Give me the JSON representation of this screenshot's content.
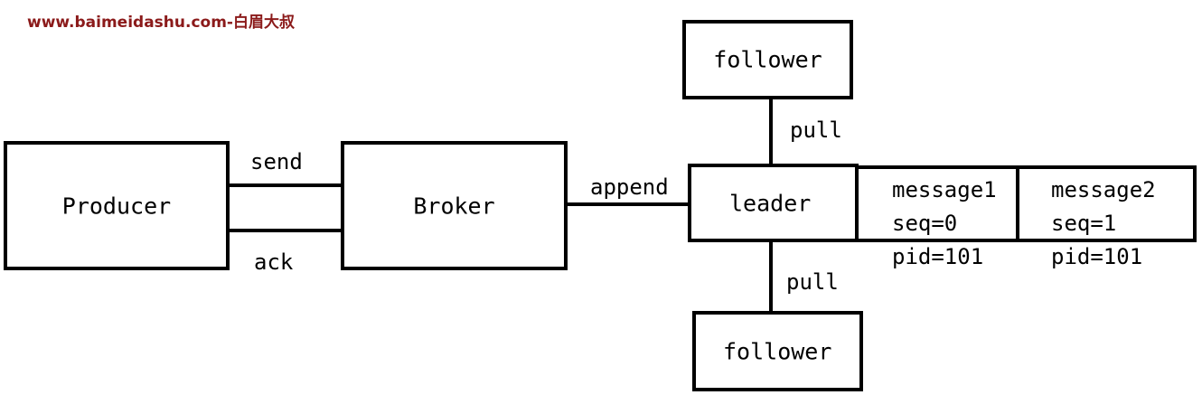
{
  "watermark": "www.baimeidashu.com-白眉大叔",
  "nodes": {
    "producer": "Producer",
    "broker": "Broker",
    "leader": "leader",
    "follower_top": "follower",
    "follower_bottom": "follower"
  },
  "edges": {
    "send": "send",
    "ack": "ack",
    "append": "append",
    "pull_top": "pull",
    "pull_bottom": "pull"
  },
  "messages": [
    {
      "name": "message1",
      "seq": "seq=0",
      "pid": "pid=101"
    },
    {
      "name": "message2",
      "seq": "seq=1",
      "pid": "pid=101"
    }
  ]
}
